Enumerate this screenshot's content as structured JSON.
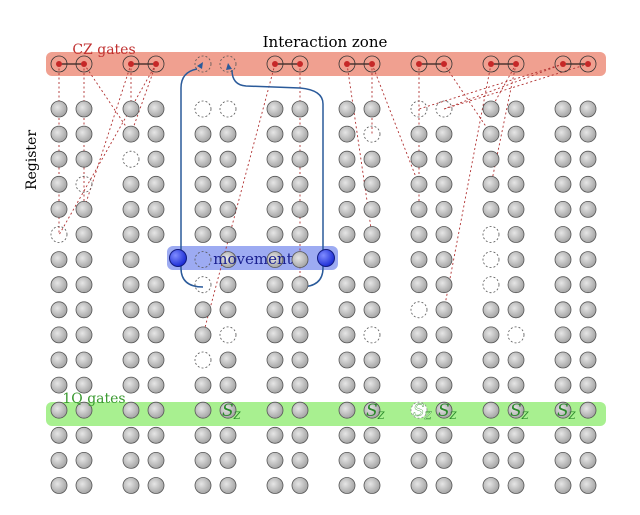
{
  "labels": {
    "interaction_zone": "Interaction zone",
    "cz_gates": "CZ gates",
    "register": "Register",
    "movement": "movement",
    "oneq_gates": "1Q gates",
    "sz_symbol": "S",
    "sz_subscript": "Z"
  },
  "colors": {
    "cz_zone": "#f0a090",
    "cz_text": "#c03030",
    "cz_atom": "#c62828",
    "oneq_zone": "#a8f090",
    "oneq_text": "#3a9a30",
    "movement_zone": "#8c9cf0",
    "movement_atom": "#2a3ae0",
    "path": "#2a5a9a",
    "atom_gray": "#b8b8b8",
    "dotted_link": "#b03030"
  }
}
